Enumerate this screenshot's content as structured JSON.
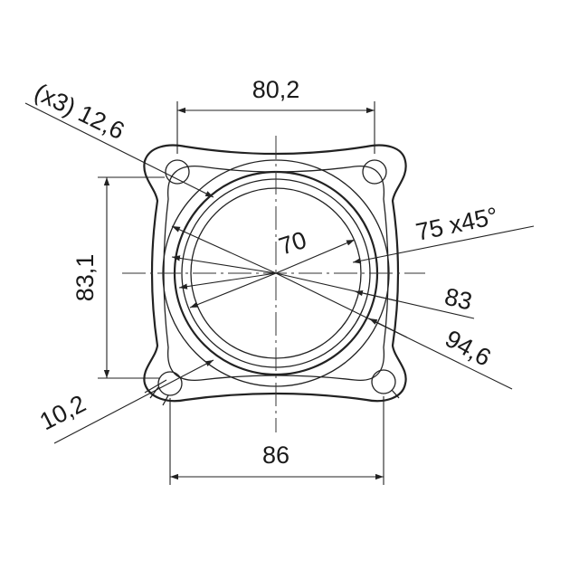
{
  "drawing": {
    "labels": {
      "top_width": "80,2",
      "hole_dia": "(x3) 12,6",
      "left_height": "83,1",
      "bore": "70",
      "chamfer": "75  x45°",
      "dia_83": "83",
      "dia_946": "94,6",
      "slot": "10,2",
      "bottom_width": "86"
    }
  }
}
